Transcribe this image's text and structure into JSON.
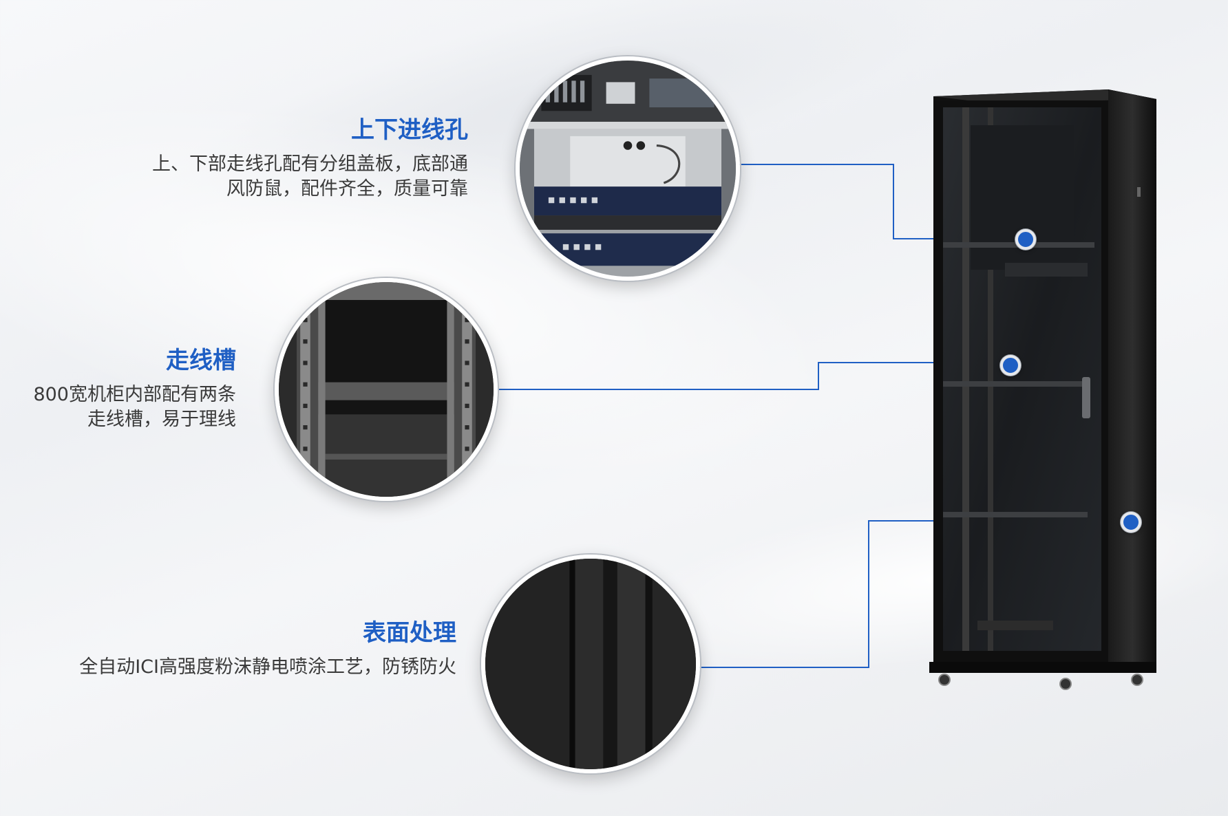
{
  "features": [
    {
      "title": "上下进线孔",
      "description_lines": [
        "上、下部走线孔配有分组盖板，底部通",
        "风防鼠，配件齐全，质量可靠"
      ]
    },
    {
      "title": "走线槽",
      "description_lines": [
        "800宽机柜内部配有两条",
        "走线槽，易于理线"
      ]
    },
    {
      "title": "表面处理",
      "description_lines": [
        "全自动ICI高强度粉沫静电喷涂工艺，防锈防火"
      ]
    }
  ],
  "colors": {
    "accent": "#1f5fc4",
    "text": "#3a3a3a",
    "cabinet": "#111111",
    "background": "#f3f4f6"
  },
  "icons": [
    "callout-dot-icon"
  ]
}
